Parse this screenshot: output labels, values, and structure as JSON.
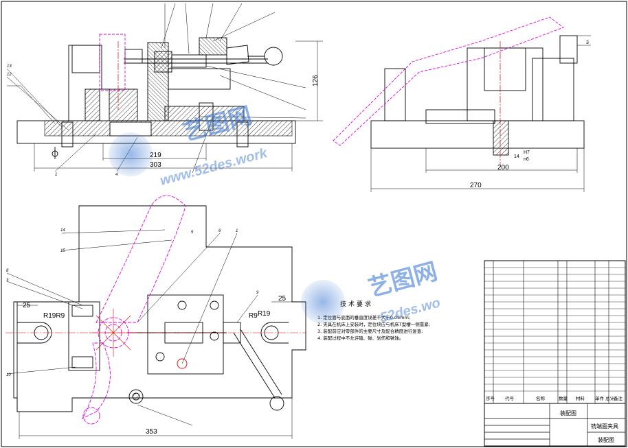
{
  "colors": {
    "outline": "#000000",
    "phantom": "#e000e0",
    "centerline": "#e00000",
    "watermark": "#2f6fd0"
  },
  "front_view": {
    "dims": {
      "d219": "219",
      "d303": "303",
      "d126": "126"
    },
    "part_labels": {
      "p13": "13",
      "p12": "12",
      "p1": "1",
      "p4": "4"
    }
  },
  "side_view": {
    "dims": {
      "d200": "200",
      "d270": "270",
      "d14": "14",
      "fit": "H7",
      "fit2": "n6",
      "d3": "3"
    }
  },
  "plan_view": {
    "dims": {
      "d25_left": "25",
      "d25_right": "25",
      "r19_left": "R19R9",
      "r19_right": "R19",
      "r9_right": "R9",
      "d353": "353"
    },
    "part_labels": {
      "p14": "14",
      "p15": "15",
      "p6": "6",
      "p5": "5",
      "p8": "8",
      "p3": "3",
      "p9": "9",
      "p10": "10",
      "p1": "1"
    }
  },
  "tech_requirements": {
    "title": "技术要求",
    "items": [
      "1. 定位面与底面的垂直度误差不大于0.05mm;",
      "2. 夹具在机床上安装时，定位块应与机床T型槽一侧靠紧;",
      "3. 装配前应对零部件的主要尺寸及配合精度进行复查;",
      "4. 装配过程中不允许磕、碰、划伤和锈蚀。"
    ]
  },
  "title_block": {
    "drawing_name": "装配图",
    "fixture_name": "铣端面夹具",
    "drawing_type": "装配图",
    "bom_header": [
      "序号",
      "代号",
      "名称",
      "数量",
      "材料",
      "单件 总计",
      "备注"
    ]
  },
  "watermark": {
    "brand": "艺图网",
    "url": "www.52des.work",
    "url2": "52des.wo"
  }
}
